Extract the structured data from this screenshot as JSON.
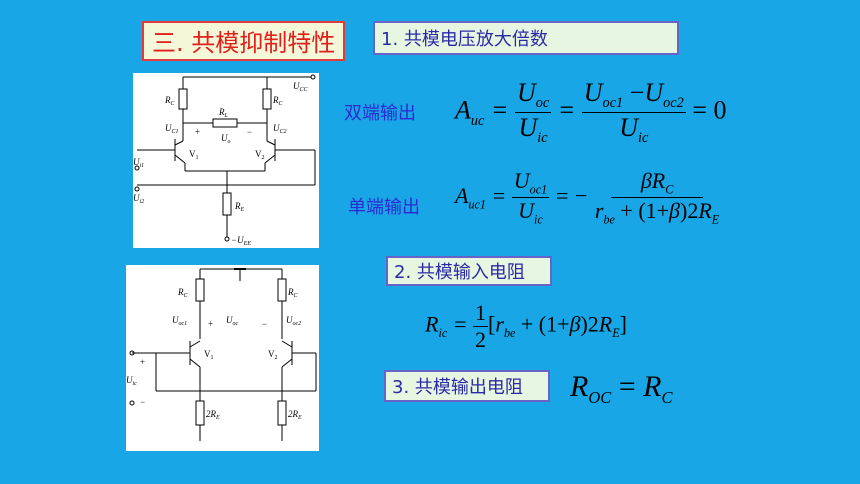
{
  "title": "三. 共模抑制特性",
  "sections": {
    "s1": "1. 共模电压放大倍数",
    "s2": "2. 共模输入电阻",
    "s3": "3. 共模输出电阻"
  },
  "labels": {
    "double_ended": "双端输出",
    "single_ended": "单端输出"
  },
  "circuit1": {
    "RC_left": "R",
    "RC_right": "R",
    "RL": "R",
    "UC1": "U",
    "UC2": "U",
    "Uo": "U",
    "V1": "V",
    "V2": "V",
    "Ui1": "U",
    "Ui2": "U",
    "RE": "R",
    "UCC": "U",
    "UEE": "−U"
  },
  "circuit2": {
    "RC_left": "R",
    "RC_right": "R",
    "Uoc1": "U",
    "Uoc": "U",
    "Uoc2": "U",
    "V1": "V",
    "V2": "V",
    "Uic": "U",
    "RE_left": "2R",
    "RE_right": "2R"
  }
}
